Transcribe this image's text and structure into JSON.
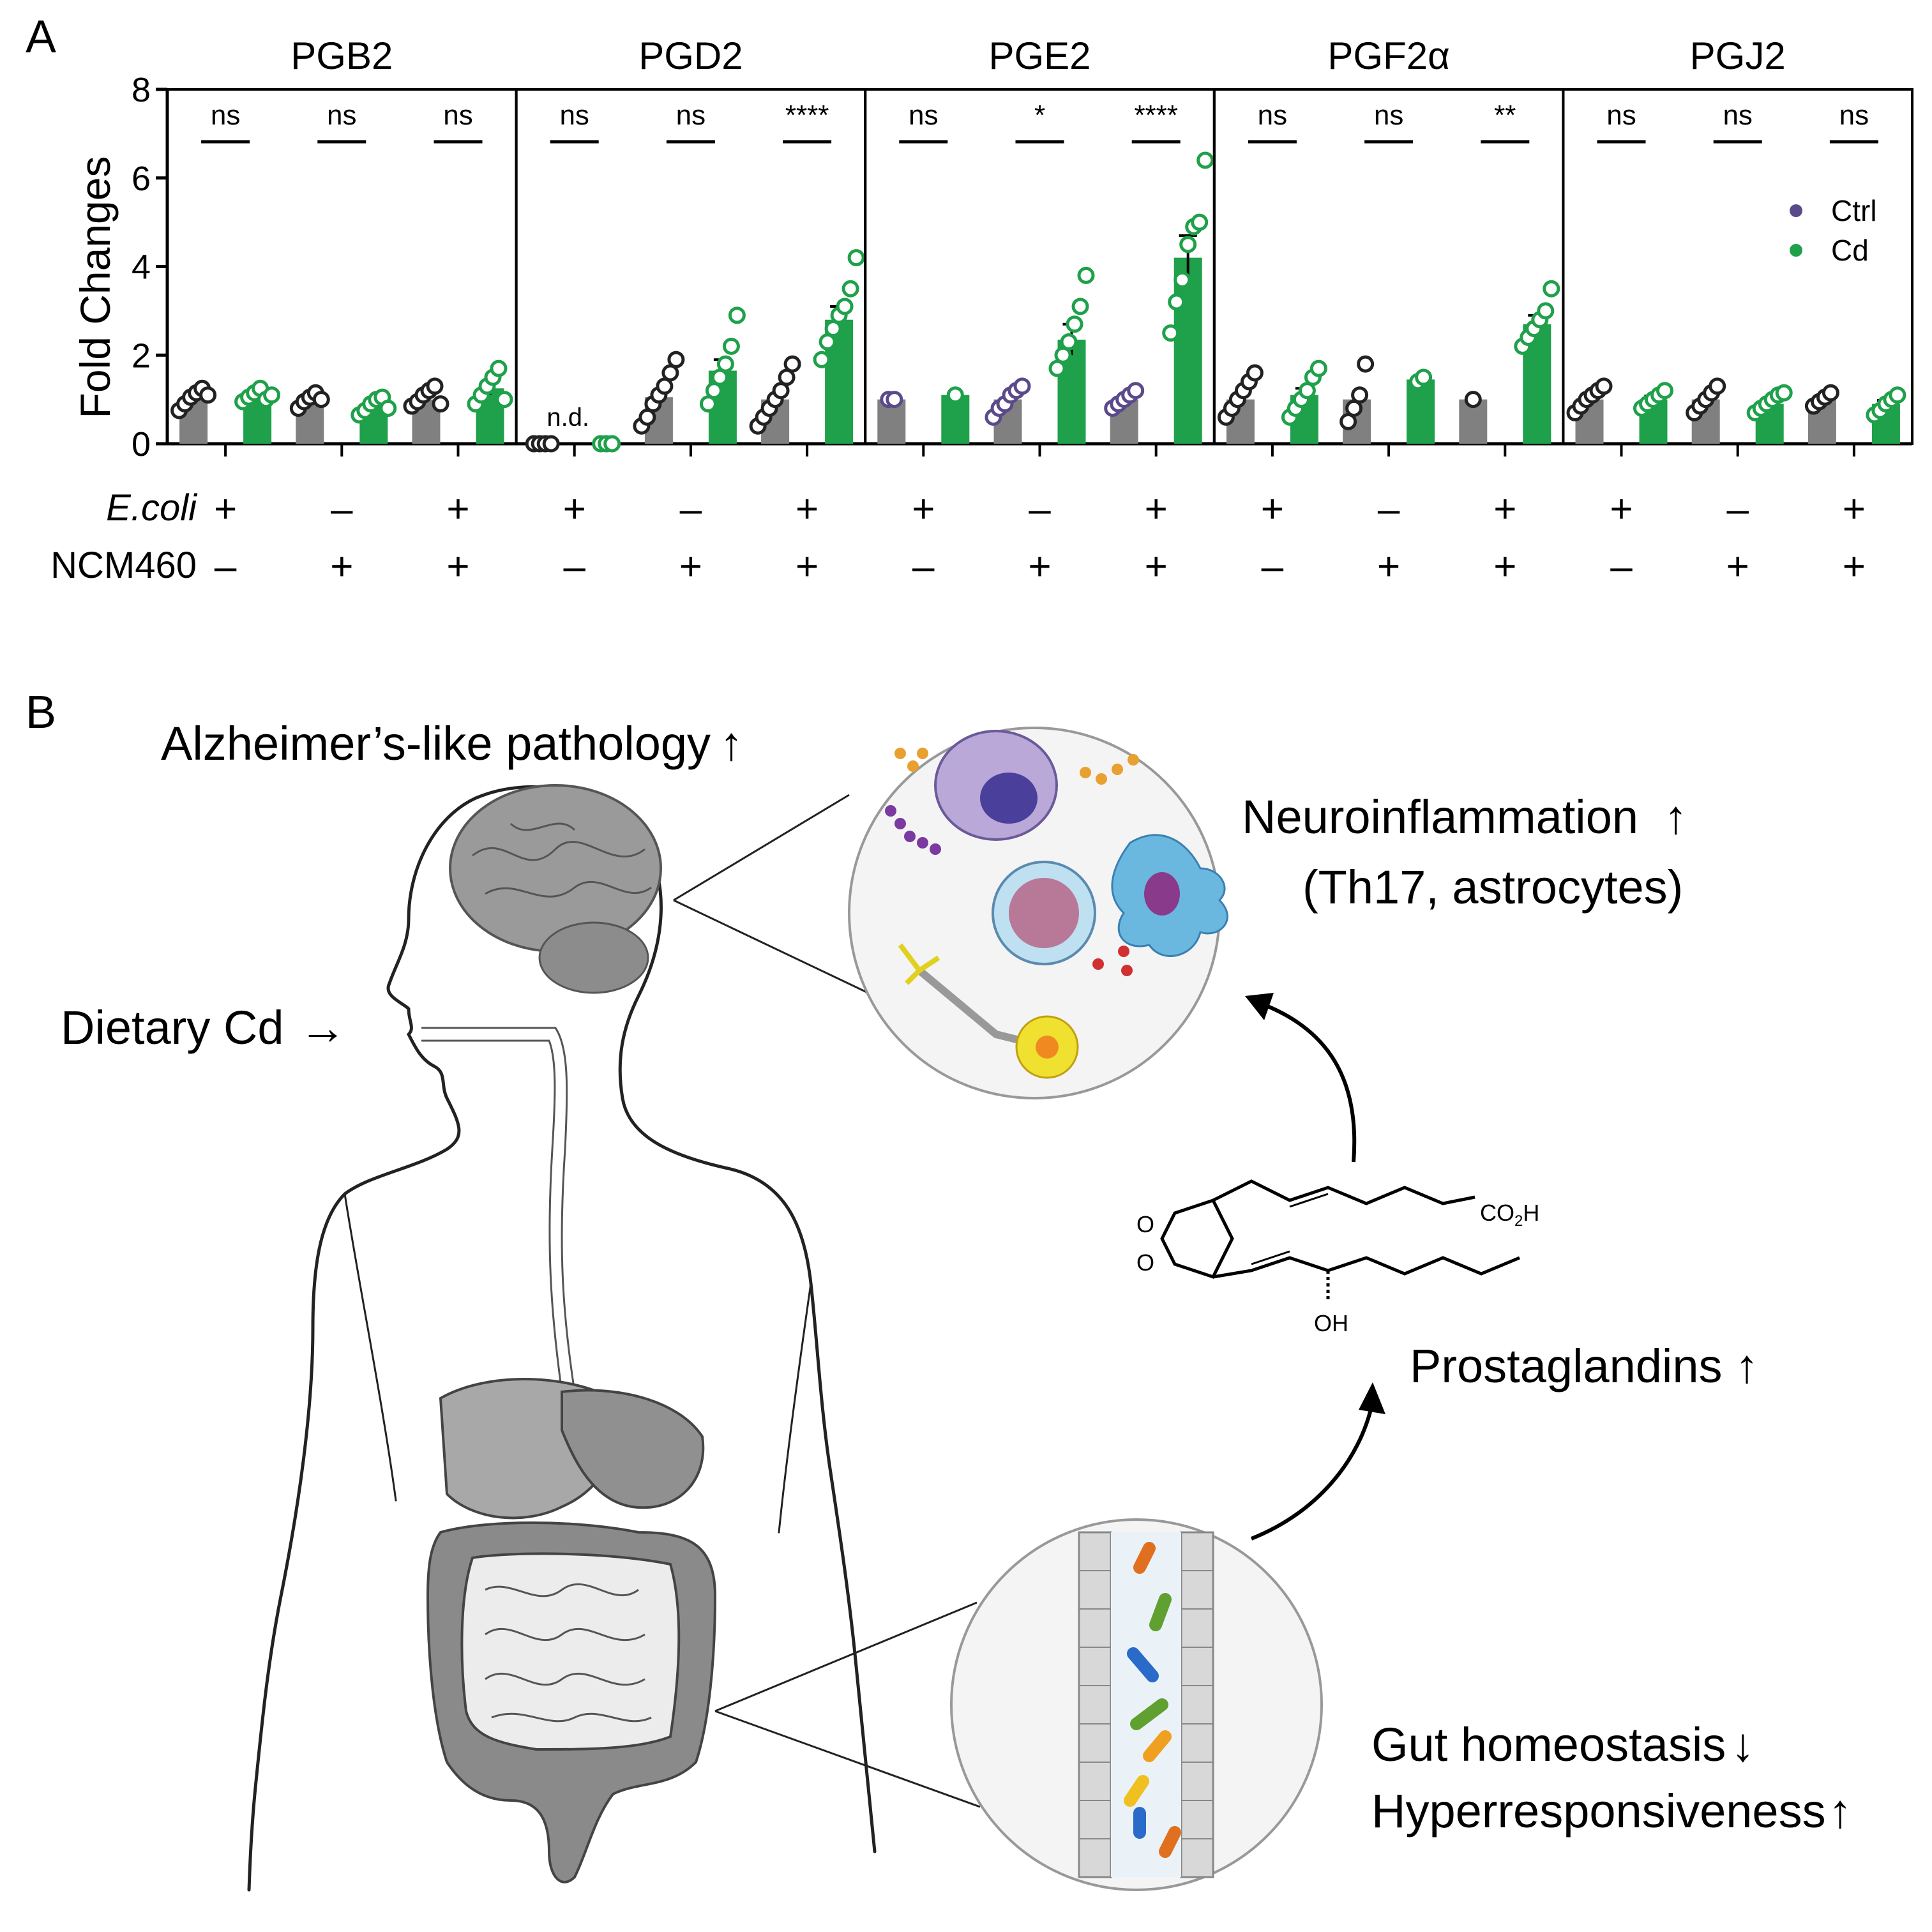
{
  "panel_a": {
    "letter": "A",
    "ylabel": "Fold Changes",
    "row_labels": [
      "E.coli",
      "NCM460"
    ],
    "legend": [
      {
        "label": "Ctrl",
        "color": "#5b4a8a"
      },
      {
        "label": "Cd",
        "color": "#1fa04a"
      }
    ],
    "colors": {
      "ctrl_bar": "#808080",
      "cd_bar": "#1fa04a",
      "ctrl_dot_dark": "#222222",
      "ctrl_dot_purple": "#5b4a8a",
      "cd_dot": "#1fa04a"
    },
    "nd_label": "n.d."
  },
  "chart_data": {
    "type": "bar",
    "ylabel": "Fold Changes",
    "ylim": [
      0,
      8
    ],
    "yticks": [
      "0",
      "2",
      "4",
      "6",
      "8"
    ],
    "conditions": [
      {
        "ecoli": "+",
        "ncm460": "–"
      },
      {
        "ecoli": "–",
        "ncm460": "+"
      },
      {
        "ecoli": "+",
        "ncm460": "+"
      }
    ],
    "series_names": [
      "Ctrl",
      "Cd"
    ],
    "panels": [
      {
        "title": "PGB2",
        "ctrl_dot": "dark",
        "groups": [
          {
            "ctrl": 1.0,
            "ctrl_err": 0.1,
            "ctrl_pts": [
              0.75,
              0.9,
              1.05,
              1.15,
              1.25,
              1.1
            ],
            "cd": 1.05,
            "cd_err": 0.08,
            "cd_pts": [
              0.95,
              1.05,
              1.15,
              1.25,
              1.0,
              1.1
            ],
            "sig": "ns"
          },
          {
            "ctrl": 1.0,
            "ctrl_err": 0.08,
            "ctrl_pts": [
              0.8,
              0.95,
              1.05,
              1.15,
              1.0
            ],
            "cd": 0.85,
            "cd_err": 0.1,
            "cd_pts": [
              0.65,
              0.75,
              0.9,
              1.0,
              1.05,
              0.8
            ],
            "sig": "ns"
          },
          {
            "ctrl": 1.0,
            "ctrl_err": 0.08,
            "ctrl_pts": [
              0.85,
              0.95,
              1.1,
              1.2,
              1.3,
              0.9
            ],
            "cd": 1.25,
            "cd_err": 0.15,
            "cd_pts": [
              0.9,
              1.1,
              1.3,
              1.5,
              1.7,
              1.0
            ],
            "sig": "ns"
          }
        ]
      },
      {
        "title": "PGD2",
        "ctrl_dot": "dark",
        "groups": [
          {
            "ctrl": 0,
            "ctrl_err": 0,
            "ctrl_pts": [
              0,
              0,
              0,
              0
            ],
            "cd": 0,
            "cd_err": 0,
            "cd_pts": [
              0,
              0,
              0
            ],
            "sig": "ns",
            "note": "n.d."
          },
          {
            "ctrl": 1.05,
            "ctrl_err": 0.2,
            "ctrl_pts": [
              0.4,
              0.6,
              0.9,
              1.1,
              1.3,
              1.6,
              1.9
            ],
            "cd": 1.65,
            "cd_err": 0.25,
            "cd_pts": [
              0.9,
              1.2,
              1.5,
              1.8,
              2.2,
              2.9
            ],
            "sig": "ns"
          },
          {
            "ctrl": 1.0,
            "ctrl_err": 0.2,
            "ctrl_pts": [
              0.4,
              0.6,
              0.8,
              1.0,
              1.2,
              1.5,
              1.8
            ],
            "cd": 2.8,
            "cd_err": 0.3,
            "cd_pts": [
              1.9,
              2.3,
              2.6,
              2.9,
              3.1,
              3.5,
              4.2
            ],
            "sig": "****"
          }
        ]
      },
      {
        "title": "PGE2",
        "ctrl_dot": "purple",
        "groups": [
          {
            "ctrl": 1.0,
            "ctrl_err": 0,
            "ctrl_pts": [
              1.0,
              1.0
            ],
            "cd": 1.1,
            "cd_err": 0,
            "cd_pts": [
              1.1
            ],
            "sig": "ns"
          },
          {
            "ctrl": 1.0,
            "ctrl_err": 0.1,
            "ctrl_pts": [
              0.6,
              0.8,
              0.9,
              1.1,
              1.2,
              1.3
            ],
            "cd": 2.35,
            "cd_err": 0.35,
            "cd_pts": [
              1.7,
              2.0,
              2.3,
              2.7,
              3.1,
              3.8
            ],
            "sig": "*"
          },
          {
            "ctrl": 1.0,
            "ctrl_err": 0.08,
            "ctrl_pts": [
              0.8,
              0.9,
              1.0,
              1.1,
              1.2
            ],
            "cd": 4.2,
            "cd_err": 0.5,
            "cd_pts": [
              2.5,
              3.2,
              3.7,
              4.5,
              4.9,
              5.0,
              6.4
            ],
            "sig": "****"
          }
        ]
      },
      {
        "title": "PGF2α",
        "ctrl_dot": "dark",
        "groups": [
          {
            "ctrl": 1.0,
            "ctrl_err": 0.12,
            "ctrl_pts": [
              0.6,
              0.8,
              1.0,
              1.2,
              1.4,
              1.6
            ],
            "cd": 1.1,
            "cd_err": 0.15,
            "cd_pts": [
              0.6,
              0.8,
              1.0,
              1.2,
              1.5,
              1.7
            ],
            "sig": "ns"
          },
          {
            "ctrl": 1.0,
            "ctrl_err": 0.2,
            "ctrl_pts": [
              0.5,
              0.8,
              1.1,
              1.8
            ],
            "cd": 1.45,
            "cd_err": 0,
            "cd_pts": [
              1.4,
              1.5
            ],
            "sig": "ns"
          },
          {
            "ctrl": 1.0,
            "ctrl_err": 0,
            "ctrl_pts": [
              1.0
            ],
            "cd": 2.7,
            "cd_err": 0.2,
            "cd_pts": [
              2.2,
              2.4,
              2.6,
              2.8,
              3.0,
              3.5
            ],
            "sig": "**"
          }
        ]
      },
      {
        "title": "PGJ2",
        "ctrl_dot": "dark",
        "groups": [
          {
            "ctrl": 1.0,
            "ctrl_err": 0.08,
            "ctrl_pts": [
              0.7,
              0.85,
              1.0,
              1.1,
              1.2,
              1.3
            ],
            "cd": 1.0,
            "cd_err": 0.08,
            "cd_pts": [
              0.8,
              0.9,
              1.0,
              1.1,
              1.2
            ],
            "sig": "ns"
          },
          {
            "ctrl": 1.0,
            "ctrl_err": 0.08,
            "ctrl_pts": [
              0.7,
              0.85,
              1.0,
              1.15,
              1.3
            ],
            "cd": 0.9,
            "cd_err": 0.08,
            "cd_pts": [
              0.7,
              0.8,
              0.9,
              1.0,
              1.1,
              1.15
            ],
            "sig": "ns"
          },
          {
            "ctrl": 1.0,
            "ctrl_err": 0.05,
            "ctrl_pts": [
              0.85,
              0.95,
              1.05,
              1.15
            ],
            "cd": 0.9,
            "cd_err": 0.08,
            "cd_pts": [
              0.65,
              0.75,
              0.9,
              1.0,
              1.1
            ],
            "sig": "ns"
          }
        ]
      }
    ]
  },
  "panel_b": {
    "letter": "B",
    "alzheimers": "Alzheimer’s-like pathology",
    "neuroinflammation": "Neuroinflammation",
    "neuro_detail": "(Th17, astrocytes)",
    "dietary": "Dietary Cd",
    "prostaglandins": "Prostaglandins",
    "gut_homeostasis": "Gut homeostasis",
    "hyperresponsiveness": "Hyperresponsiveness",
    "chem_co2h": "CO",
    "chem_sub2": "2",
    "chem_h": "H",
    "chem_oh": "OH",
    "chem_o": "O",
    "arrow_up": "↑",
    "arrow_down": "↓",
    "arrow_right": "→"
  }
}
